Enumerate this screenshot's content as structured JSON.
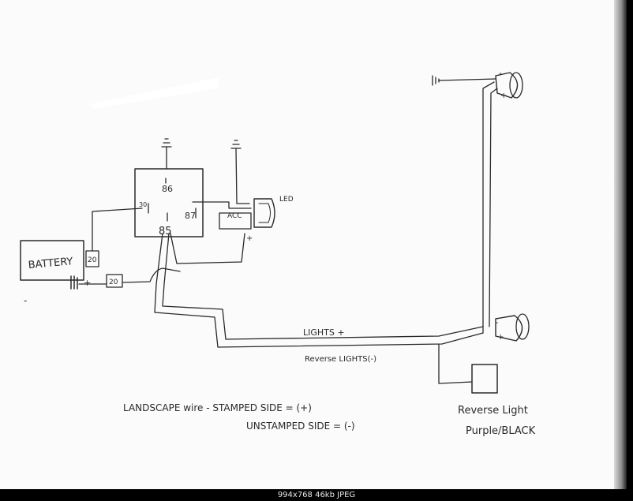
{
  "caption": "994x768 46kb JPEG",
  "labels": {
    "battery": "BATTERY",
    "fuse_top": "20",
    "fuse_bottom": "20",
    "pin_86": "86",
    "pin_30": "30",
    "pin_87": "87",
    "pin_85": "85",
    "acc": "ACC",
    "led": "LED",
    "lights_plus": "LIGHTS +",
    "reverse_lights_minus": "Reverse LIGHTS(-)",
    "landscape_wire": "LANDSCAPE wire  -  STAMPED SIDE = (+)",
    "unstamped_side": "UNSTAMPED SIDE = (-)",
    "reverse_light": "Reverse Light",
    "purple_black": "Purple/BLACK"
  },
  "colors": {
    "ink": "#2a2a2a",
    "paper": "#fbfbfb",
    "frame": "#000000"
  }
}
